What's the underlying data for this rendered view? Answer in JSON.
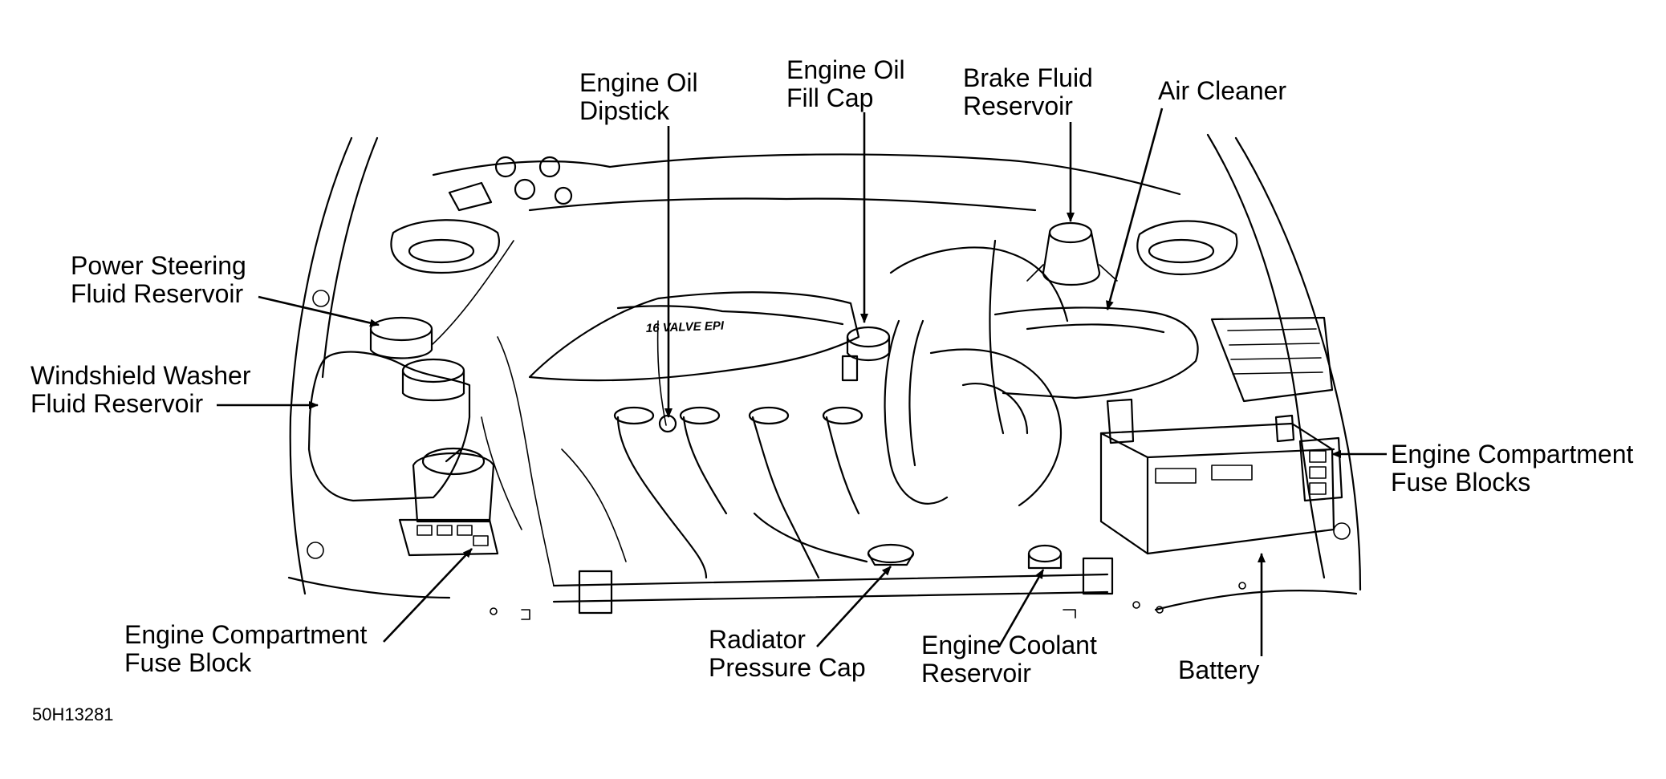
{
  "labels": {
    "dipstick": [
      "Engine Oil",
      "Dipstick"
    ],
    "fill_cap": [
      "Engine Oil",
      "Fill Cap"
    ],
    "brake_fluid": [
      "Brake Fluid",
      "Reservoir"
    ],
    "air_cleaner": [
      "Air Cleaner"
    ],
    "power_steering": [
      "Power Steering",
      "Fluid Reservoir"
    ],
    "washer_fluid": [
      "Windshield Washer",
      "Fluid Reservoir"
    ],
    "fuse_blocks_right": [
      "Engine Compartment",
      "Fuse Blocks"
    ],
    "fuse_block_left": [
      "Engine Compartment",
      "Fuse Block"
    ],
    "radiator_cap": [
      "Radiator",
      "Pressure Cap"
    ],
    "coolant": [
      "Engine Coolant",
      "Reservoir"
    ],
    "battery": [
      "Battery"
    ]
  },
  "engine_embossing": "16 VALVE EPI",
  "figure_code": "50H13281"
}
